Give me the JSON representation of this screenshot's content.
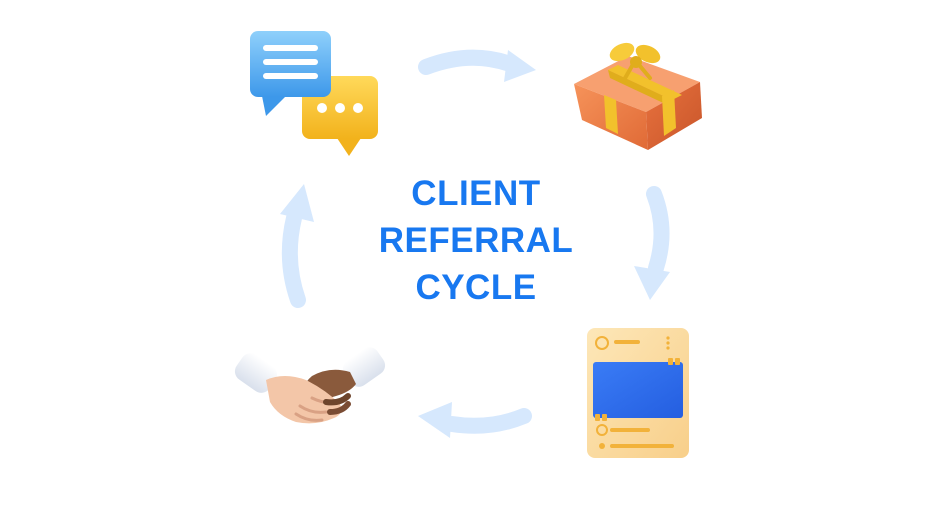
{
  "title_lines": [
    "CLIENT",
    "REFERRAL",
    "CYCLE"
  ],
  "colors": {
    "title": "#1878f0",
    "arrow": "#d6e8fd",
    "bubble_blue": "#5eb3f5",
    "bubble_yellow": "#fbc52e",
    "gift_box": "#f0804a",
    "gift_ribbon": "#f2c12c",
    "card_bg": "#fcdca0",
    "card_screen": "#2f6ef0",
    "hand_light": "#f3c6a8",
    "hand_dark": "#8a5a3c",
    "cuff": "#eef1f7"
  },
  "icons": {
    "chat": "chat-bubbles-icon",
    "gift": "gift-box-icon",
    "review": "review-card-icon",
    "handshake": "handshake-icon"
  }
}
